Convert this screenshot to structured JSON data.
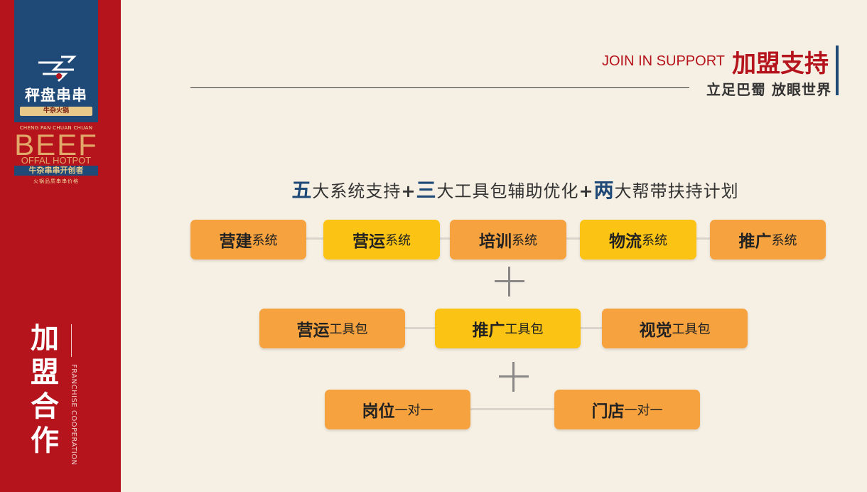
{
  "sidebar": {
    "logo_brand": "秤盘串串",
    "logo_tag": "牛杂火锅",
    "brand_pinyin": "CHENG PAN CHUAN CHUAN",
    "beef": "BEEF",
    "offal": "OFFAL HOTPOT",
    "cn_bar": "牛杂串串开创者",
    "cn_small": "火锅品质串串价格",
    "title": "加盟合作",
    "title_en": "FRANCHISE COOPERATION"
  },
  "header": {
    "title_en": "JOIN IN SUPPORT",
    "title_cn": "加盟支持",
    "slogan": "立足巴蜀 放眼世界"
  },
  "subhead": {
    "n1": "五",
    "t1": "大系统支持",
    "p1": "+",
    "n2": "三",
    "t2": "大工具包辅助优化",
    "p2": "+",
    "n3": "两",
    "t3": "大帮带扶持计划"
  },
  "row1": [
    {
      "bold": "营建",
      "suffix": "系统",
      "color": "#f6a23f"
    },
    {
      "bold": "营运",
      "suffix": "系统",
      "color": "#fbc313"
    },
    {
      "bold": "培训",
      "suffix": "系统",
      "color": "#f6a23f"
    },
    {
      "bold": "物流",
      "suffix": "系统",
      "color": "#fbc313"
    },
    {
      "bold": "推广",
      "suffix": "系统",
      "color": "#f6a23f"
    }
  ],
  "row2": [
    {
      "bold": "营运",
      "suffix": "工具包",
      "color": "#f6a23f"
    },
    {
      "bold": "推广",
      "suffix": "工具包",
      "color": "#fbc313"
    },
    {
      "bold": "视觉",
      "suffix": "工具包",
      "color": "#f6a23f"
    }
  ],
  "row3": [
    {
      "bold": "岗位",
      "suffix": "一对一",
      "color": "#f6a23f"
    },
    {
      "bold": "门店",
      "suffix": "一对一",
      "color": "#f6a23f"
    }
  ],
  "colors": {
    "sidebar_red": "#b5141c",
    "logo_blue": "#1f4a78",
    "box_orange": "#f6a23f",
    "box_yellow": "#fbc313",
    "background": "#f6efe3"
  }
}
